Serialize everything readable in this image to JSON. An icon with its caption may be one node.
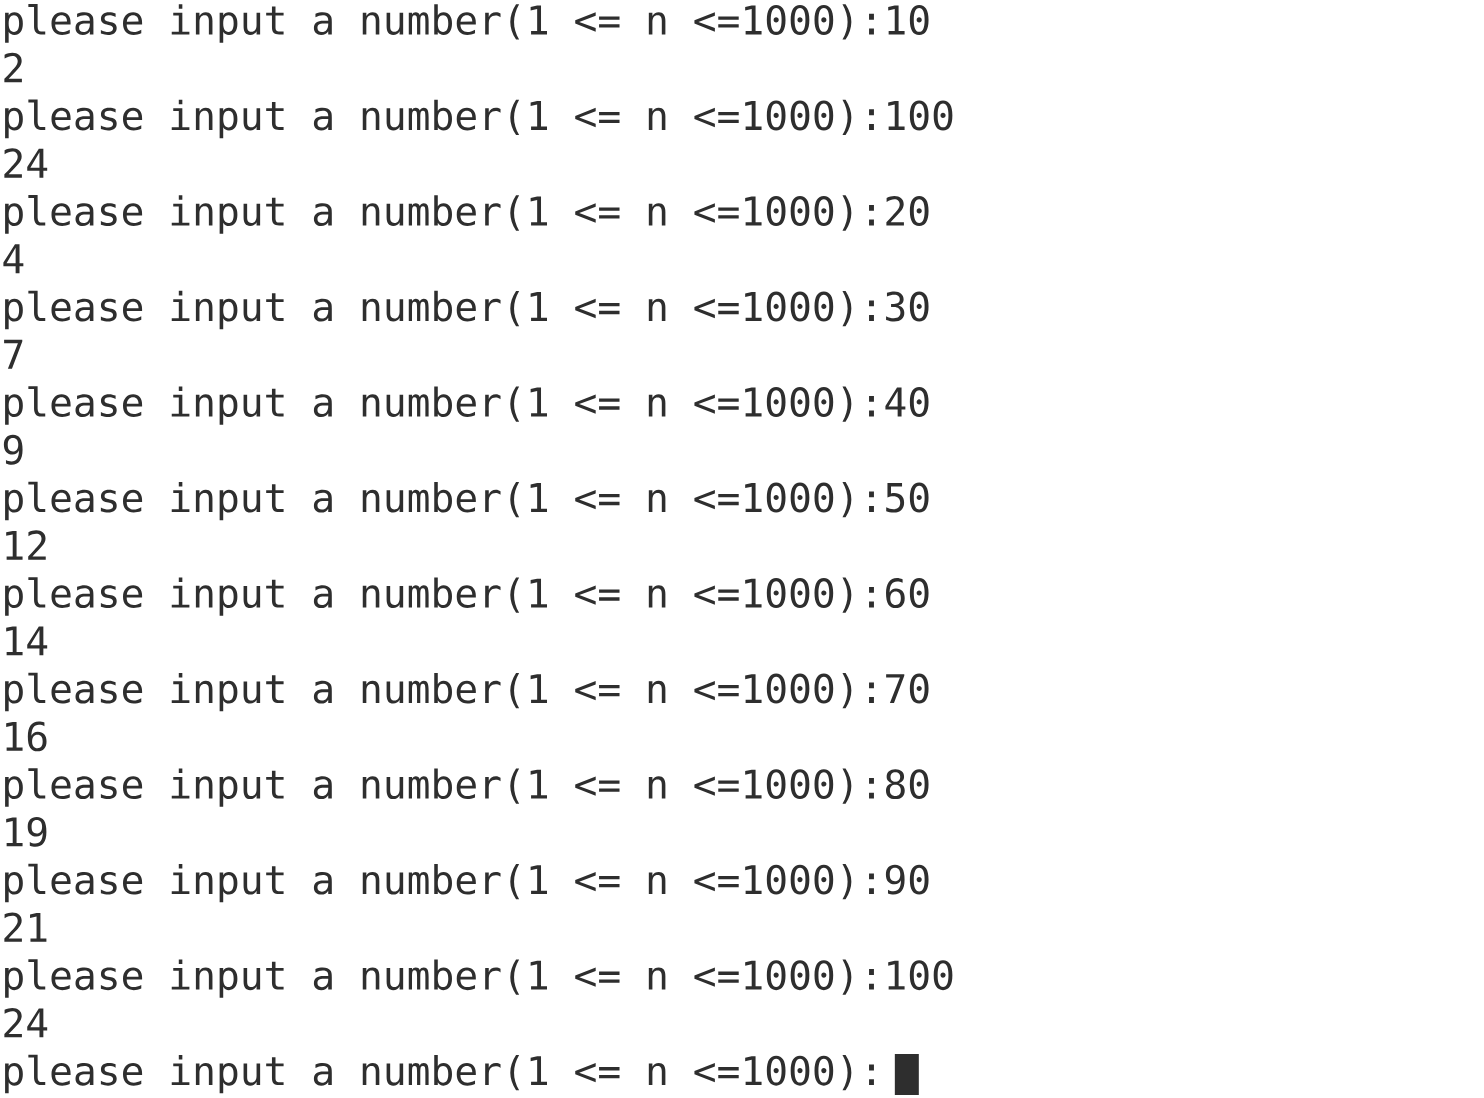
{
  "diagram": {
    "labels": [
      "please input a number(1 <= n <=1000):10",
      "2",
      "please input a number(1 <= n <=1000):100",
      "24",
      "please input a number(1 <= n <=1000):20",
      "4",
      "please input a number(1 <= n <=1000):30",
      "7",
      "please input a number(1 <= n <=1000):40",
      "9",
      "please input a number(1 <= n <=1000):50",
      "12",
      "please input a number(1 <= n <=1000):60",
      "14",
      "please input a number(1 <= n <=1000):70",
      "16",
      "please input a number(1 <= n <=1000):80",
      "19",
      "please input a number(1 <= n <=1000):90",
      "21",
      "please input a number(1 <= n <=1000):100",
      "24",
      "please input a number(1 <= n <=1000):"
    ]
  }
}
